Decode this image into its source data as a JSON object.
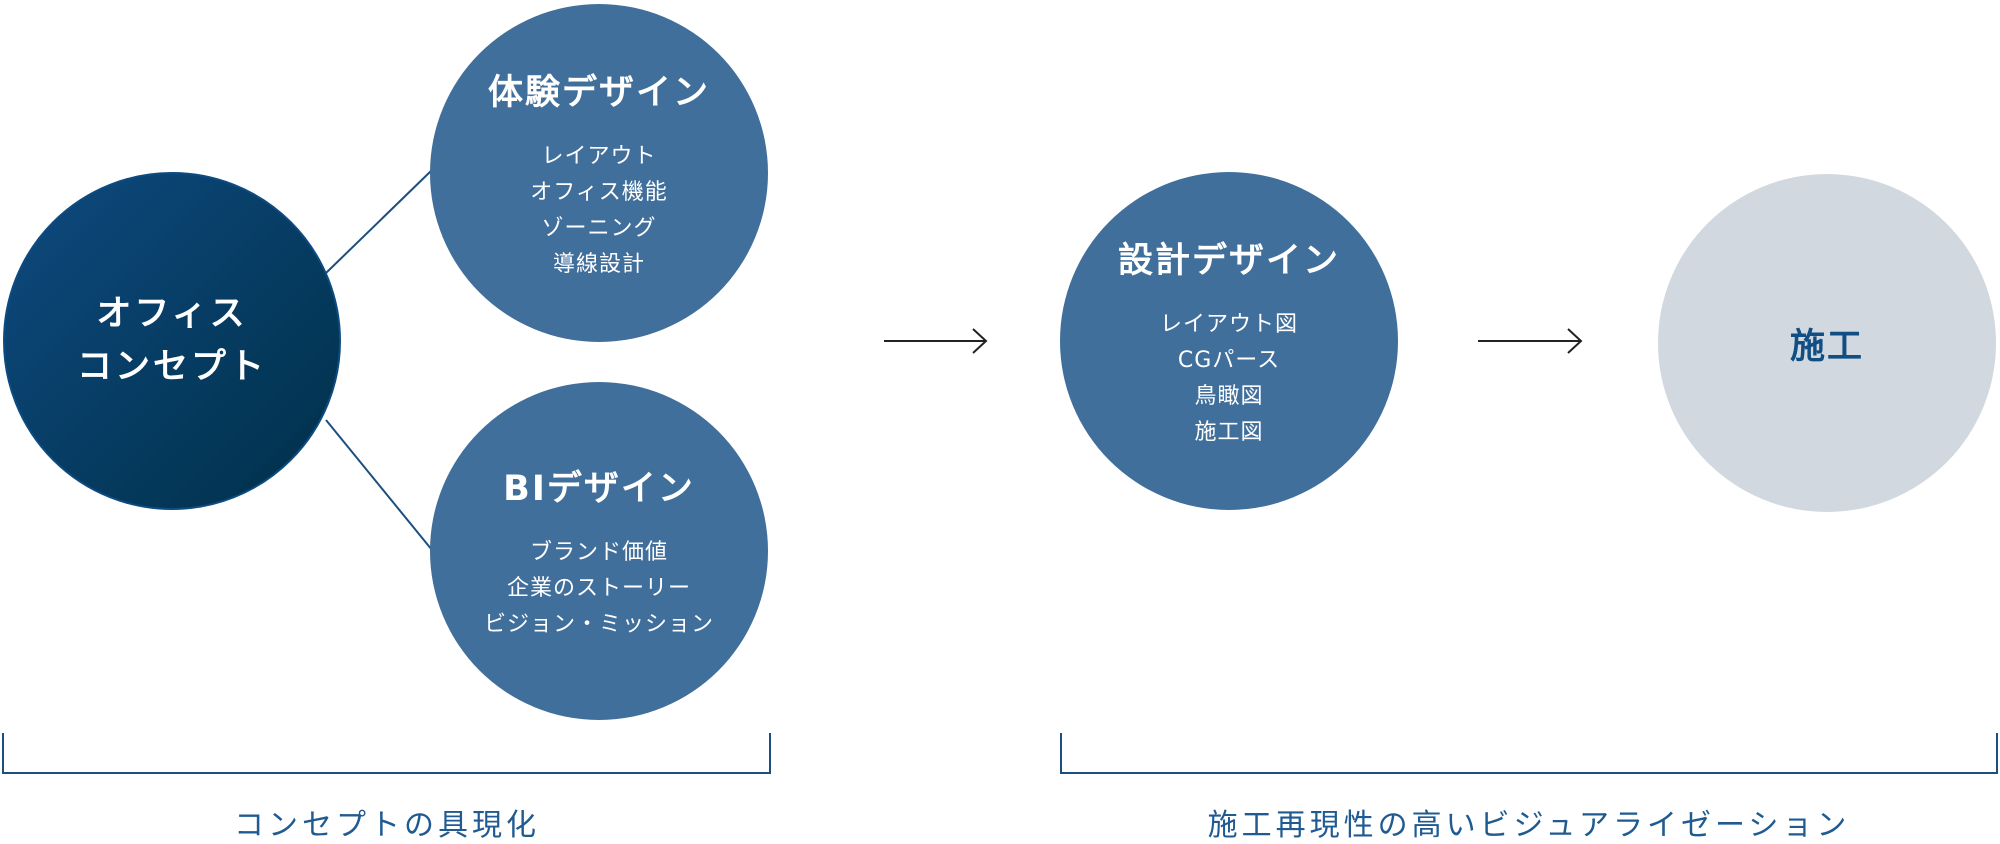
{
  "concept": {
    "lines": [
      "オフィス",
      "コンセプト"
    ]
  },
  "experience_design": {
    "title": "体験デザイン",
    "items": [
      "レイアウト",
      "オフィス機能",
      "ゾーニング",
      "導線設計"
    ]
  },
  "bi_design": {
    "title": "BIデザイン",
    "items": [
      "ブランド価値",
      "企業のストーリー",
      "ビジョン・ミッション"
    ]
  },
  "design": {
    "title": "設計デザイン",
    "items": [
      "レイアウト図",
      "CGパース",
      "鳥瞰図",
      "施工図"
    ]
  },
  "construction": {
    "title": "施工"
  },
  "captions": {
    "left": "コンセプトの具現化",
    "right": "施工再現性の高いビジュアライゼーション"
  },
  "colors": {
    "concept_dark": "#003049",
    "concept_light": "#0e4a80",
    "mid_blue": "#416f9c",
    "construction_gray": "#d2d8df",
    "caption_blue": "#1f5a91",
    "line_blue": "#1c4f7f"
  }
}
